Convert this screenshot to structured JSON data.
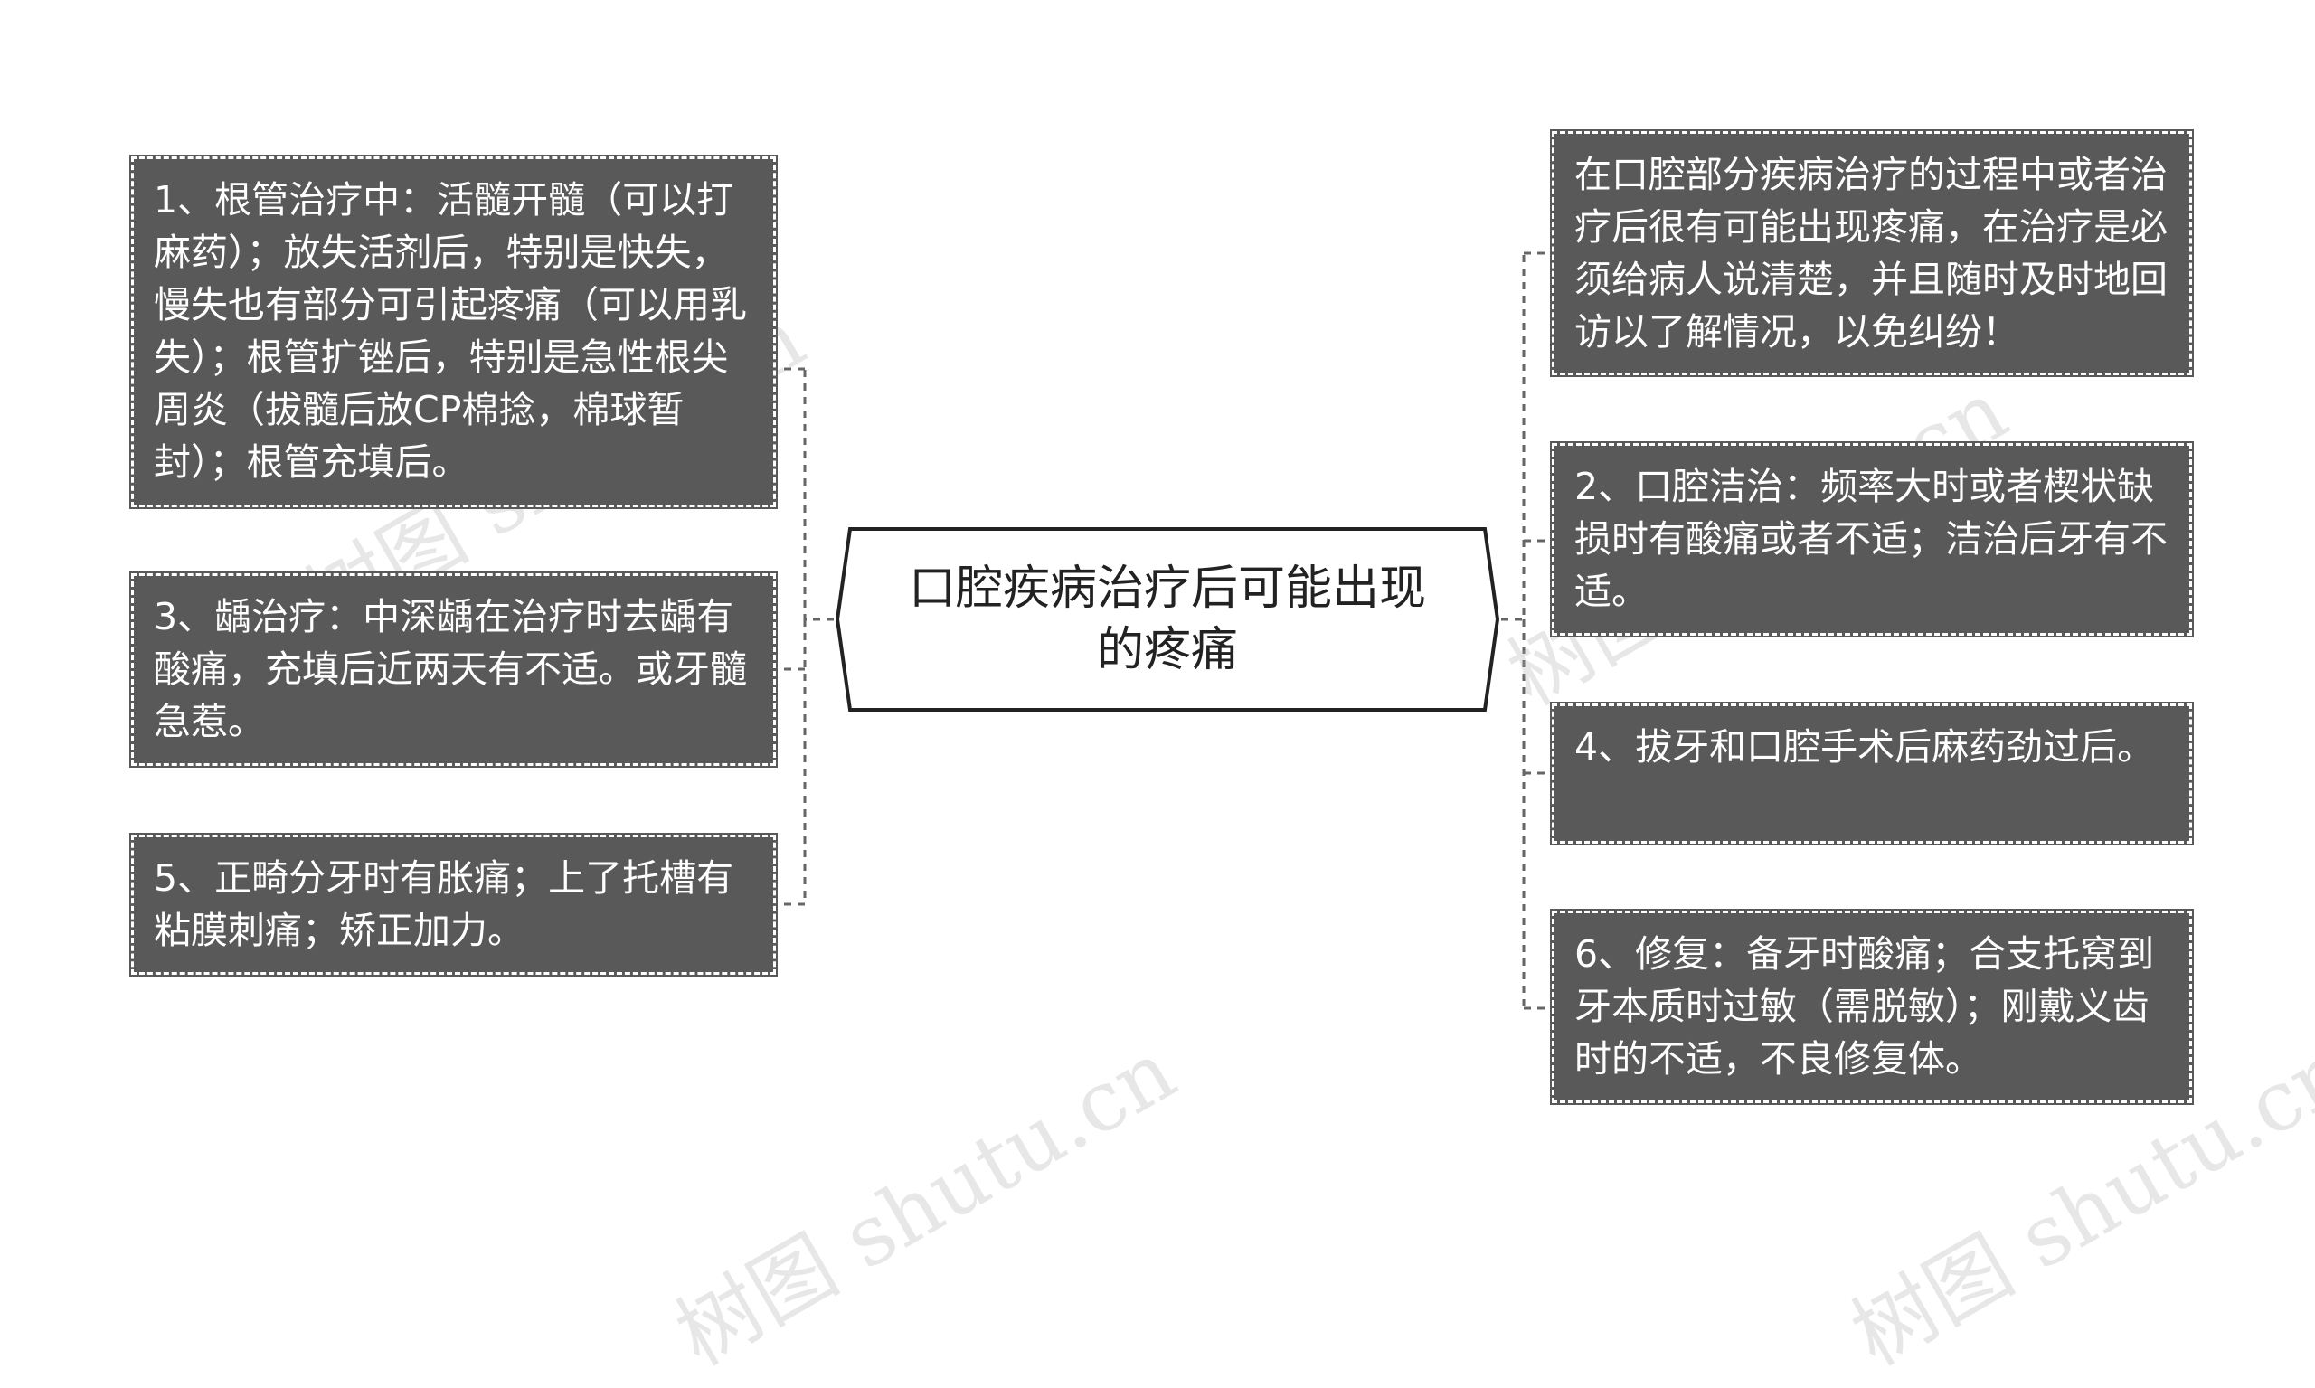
{
  "center": {
    "label": "口腔疾病治疗后可能出现的疼痛"
  },
  "left_topics": [
    {
      "text": "1、根管治疗中：活髓开髓（可以打麻药）；放失活剂后，特别是快失，慢失也有部分可引起疼痛（可以用乳失）；根管扩锉后，特别是急性根尖周炎（拔髓后放CP棉捻，棉球暂封）；根管充填后。"
    },
    {
      "text": "3、龋治疗：中深龋在治疗时去龋有酸痛，充填后近两天有不适。或牙髓急惹。"
    },
    {
      "text": "5、正畸分牙时有胀痛；上了托槽有粘膜刺痛；矫正加力。"
    }
  ],
  "right_topics": [
    {
      "text": "在口腔部分疾病治疗的过程中或者治疗后很有可能出现疼痛，在治疗是必须给病人说清楚，并且随时及时地回访以了解情况，以免纠纷！"
    },
    {
      "text": "2、口腔洁治：频率大时或者楔状缺损时有酸痛或者不适；洁治后牙有不适。"
    },
    {
      "text": "4、拔牙和口腔手术后麻药劲过后。"
    },
    {
      "text": "6、修复：备牙时酸痛；合支托窝到牙本质时过敏（需脱敏）；刚戴义齿时的不适，不良修复体。"
    }
  ],
  "watermarks": [
    "树图 shutu.cn",
    "树图 shutu.cn",
    "树图 shutu.cn",
    "树图 shutu.cn"
  ],
  "colors": {
    "node_fill": "#595959",
    "node_text": "#ffffff",
    "center_fill": "#ffffff",
    "center_border": "#222222",
    "connector": "#666666"
  }
}
